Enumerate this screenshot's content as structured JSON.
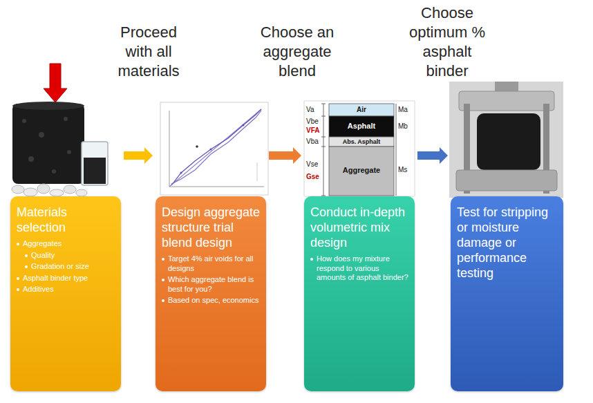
{
  "diagram": {
    "nodes": [
      {
        "text": [
          "Materials selection",
          "Aggregates",
          "Quality",
          "Gradation or size",
          "Asphalt binder type",
          "Additives"
        ]
      },
      {
        "text": [
          "Design aggregate structure trial blend design",
          "Target 4% air voids for all designs",
          "Which aggregate blend is best for you?",
          "Based on spec, economics"
        ]
      },
      {
        "text": [
          "Conduct in-depth volumetric mix design",
          "How does my mixture respond to various amounts of asphalt binder?"
        ]
      },
      {
        "text": [
          "Test for stripping or moisture damage or performance testing"
        ]
      }
    ],
    "edges": [
      {
        "from": 0,
        "to": 1,
        "arrow": "to"
      },
      {
        "from": 1,
        "to": 2,
        "arrow": "to"
      },
      {
        "from": 2,
        "to": 3,
        "arrow": "to"
      }
    ],
    "labels": [
      "Proceed with all materials",
      "Choose an aggregate blend",
      "Choose optimum % asphalt binder",
      "Va",
      "Air",
      "Ma",
      "Vbe",
      "VFA",
      "Asphalt",
      "Mb",
      "Vba",
      "Abs. Asphalt",
      "Vse",
      "Gse",
      "Aggregate",
      "Ms"
    ]
  }
}
